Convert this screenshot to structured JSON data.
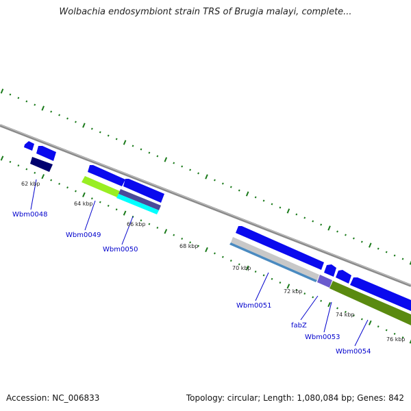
{
  "title": "Wolbachia endosymbiont strain TRS of Brugia malayi, complete...",
  "footer": {
    "accession": "Accession: NC_006833",
    "summary": "Topology: circular; Length: 1,080,084 bp; Genes: 842"
  },
  "scale_labels": [
    "62 kbp",
    "64 kbp",
    "66 kbp",
    "68 kbp",
    "70 kbp",
    "72 kbp",
    "74 kbp",
    "76 kbp"
  ],
  "gene_labels": [
    "Wbm0048",
    "Wbm0049",
    "Wbm0050",
    "Wbm0051",
    "fabZ",
    "Wbm0053",
    "Wbm0054"
  ],
  "colors": {
    "backbone": "#8a8a8a",
    "tick": "#1a7a1a",
    "gene_label": "#0000cc",
    "cds": "#0a0aee",
    "dark_navy": "#00006e",
    "lime": "#99ee22",
    "cyan": "#00ffff",
    "slate": "#4a4a9a",
    "light_gray": "#c8c8c8",
    "steel_blue": "#4a8ac0",
    "purple": "#6a5acd",
    "olive": "#5a8a10"
  }
}
